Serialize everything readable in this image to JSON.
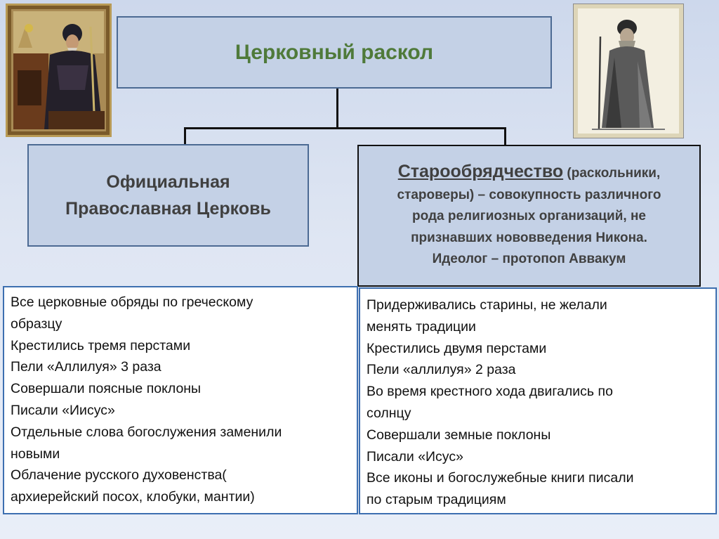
{
  "title": "Церковный  раскол",
  "official": {
    "line1": "Официальная",
    "line2": "Православная  Церковь"
  },
  "old_believers": {
    "heading": "Старообрядчество",
    "line1_rest": " (раскольники,",
    "line2": "староверы) – совокупность различного",
    "line3": "рода религиозных организаций, не",
    "line4": "признавших нововведения Никона.",
    "line5": "Идеолог – протопоп Аввакум"
  },
  "left_list": [
    "Все церковные обряды по греческому",
    "образцу",
    "Крестились тремя перстами",
    "Пели «Аллилуя» 3 раза",
    "Совершали поясные поклоны",
    "Писали «Иисус»",
    "Отдельные слова богослужения заменили",
    "новыми",
    "Облачение русского духовенства(",
    "архиерейский посох, клобуки, мантии)"
  ],
  "right_list": [
    "Придерживались старины, не желали",
    "менять традиции",
    "Крестились двумя перстами",
    "Пели «аллилуя» 2 раза",
    "Во время крестного хода двигались по",
    "солнцу",
    "Совершали земные поклоны",
    "Писали «Исус»",
    "Все иконы и богослужебные книги писали",
    "по старым традициям"
  ],
  "colors": {
    "title_green": "#4f7a3a",
    "box_fill": "#c4d1e6",
    "list_border": "#3d6fb0"
  }
}
